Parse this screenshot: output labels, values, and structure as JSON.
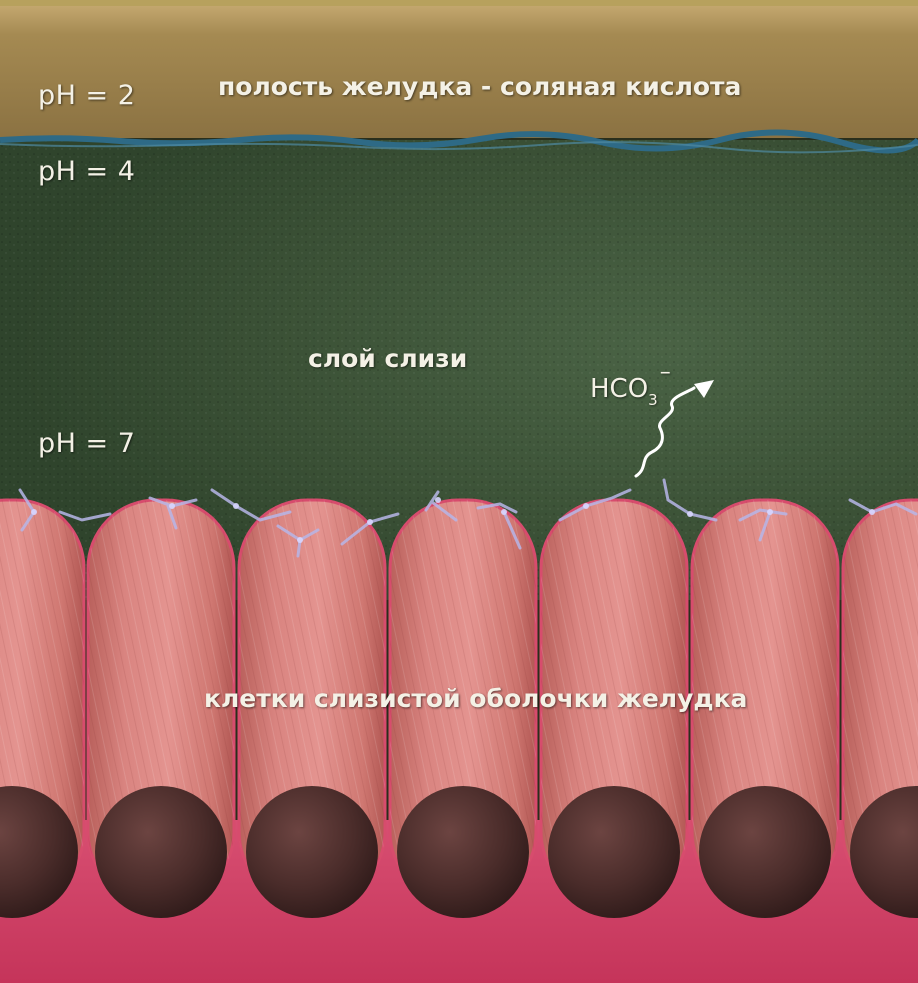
{
  "ph_levels": {
    "lumen": "pH = 2",
    "mucus_top": "pH = 4",
    "mucus_bottom": "pH = 7"
  },
  "layers": {
    "lumen": "полость желудка - соляная кислота",
    "mucus": "слой слизи",
    "cells": "клетки слизистой оболочки желудка"
  },
  "ion": {
    "base": "HCO",
    "subscript": "3",
    "charge": "–"
  },
  "colors": {
    "lumen": "#9a7f47",
    "mucus": "#3a4e33",
    "cell": "#d07a74",
    "nucleus": "#4a2c2a",
    "basement": "#cf3d63",
    "boundary": "#2e6a86"
  }
}
